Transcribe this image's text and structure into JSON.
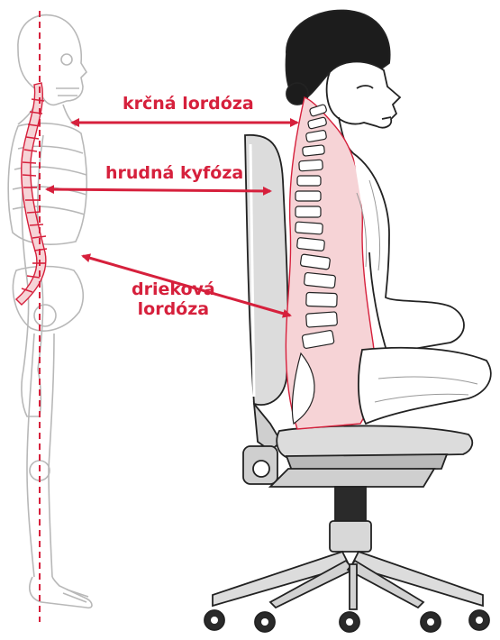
{
  "labels": {
    "cervical": "krčná lordóza",
    "thoracic": "hrudná kyfóza",
    "lumbar_line1": "drieková",
    "lumbar_line2": "lordóza"
  },
  "colors": {
    "accent": "#d6203c",
    "spine_fill": "#f6d3d6",
    "outline": "#222222",
    "skeleton_line": "#b8b8b8",
    "chair_gray": "#dcdcdc"
  },
  "icons": {
    "standing": "standing-skeleton-icon",
    "seated": "seated-woman-spine-icon",
    "chair": "office-chair-icon"
  }
}
